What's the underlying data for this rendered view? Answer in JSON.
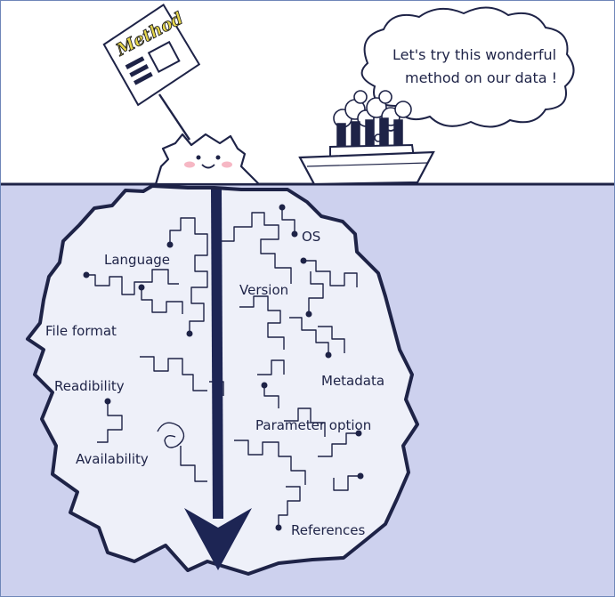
{
  "sign": {
    "text": "Method"
  },
  "speech_bubble": {
    "line1": "Let's try this wonderful",
    "line2": "method on our data !"
  },
  "labels": {
    "os": "OS",
    "language": "Language",
    "version": "Version",
    "file_format": "File format",
    "readibility": "Readibility",
    "metadata": "Metadata",
    "parameter_option": "Parameter option",
    "availability": "Availability",
    "references": "References"
  },
  "colors": {
    "water": "#cdd1ee",
    "iceberg_fill": "#eef0f9",
    "outline": "#1e2347",
    "arrow": "#1d2554",
    "frame": "#6f86b8",
    "sign_text": "#e6d64a",
    "cheeks": "#f6b7c4"
  }
}
